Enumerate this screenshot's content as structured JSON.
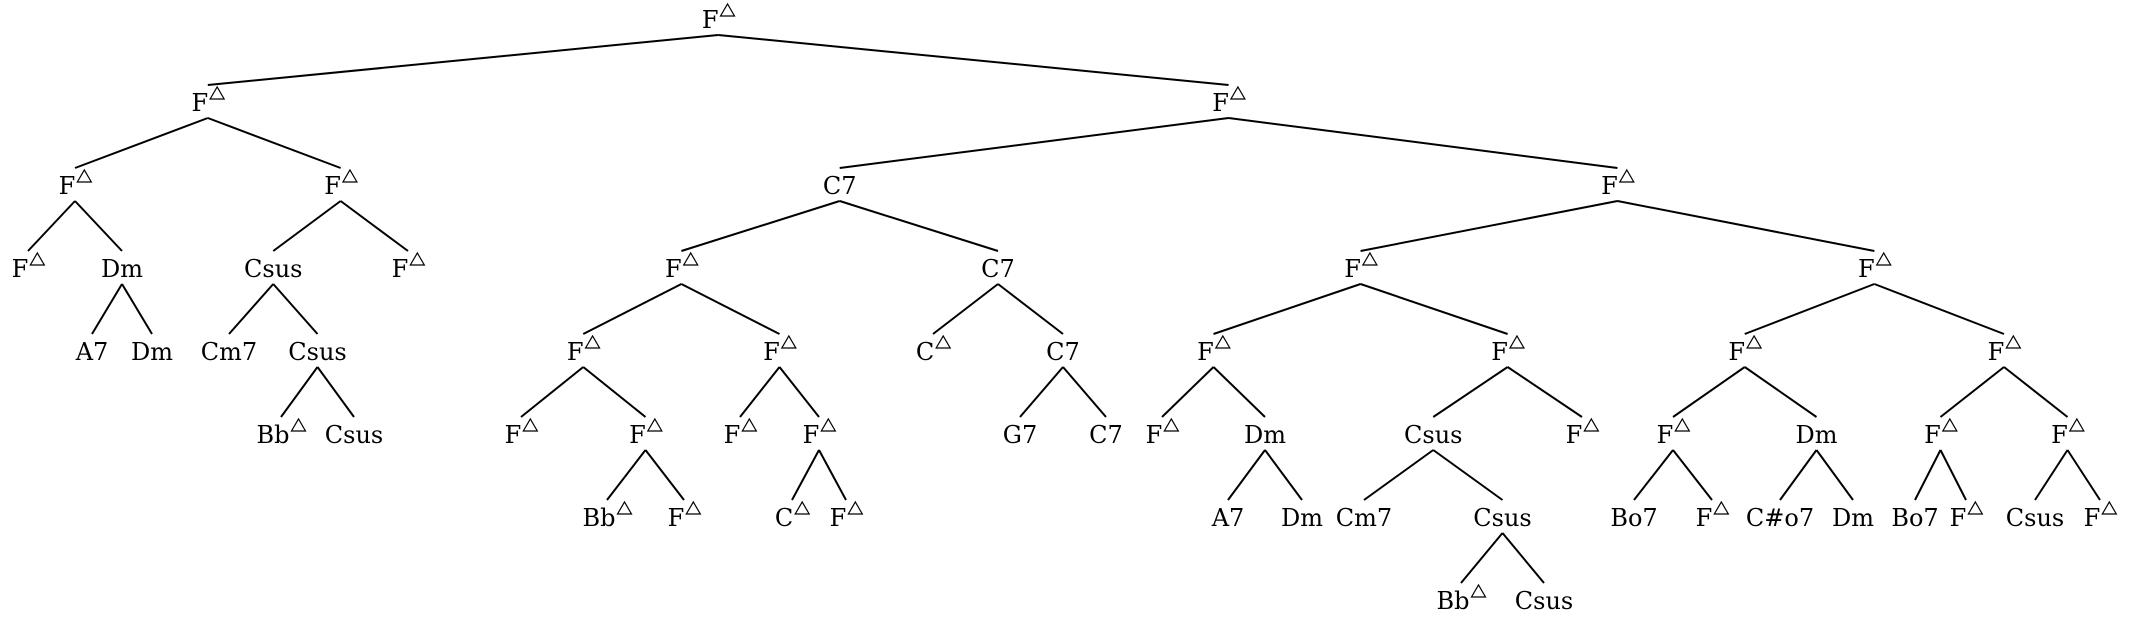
{
  "diagram": {
    "type": "syntax-tree",
    "root": {
      "label": "F",
      "maj7": true,
      "children": [
        {
          "label": "F",
          "maj7": true,
          "children": [
            {
              "label": "F",
              "maj7": true,
              "children": [
                {
                  "label": "F",
                  "maj7": true
                },
                {
                  "label": "Dm",
                  "children": [
                    {
                      "label": "A7"
                    },
                    {
                      "label": "Dm"
                    }
                  ]
                }
              ]
            },
            {
              "label": "F",
              "maj7": true,
              "children": [
                {
                  "label": "Csus",
                  "children": [
                    {
                      "label": "Cm7"
                    },
                    {
                      "label": "Csus",
                      "children": [
                        {
                          "label": "Bb",
                          "maj7": true
                        },
                        {
                          "label": "Csus"
                        }
                      ]
                    }
                  ]
                },
                {
                  "label": "F",
                  "maj7": true
                }
              ]
            }
          ]
        },
        {
          "label": "F",
          "maj7": true,
          "children": [
            {
              "label": "C7",
              "children": [
                {
                  "label": "F",
                  "maj7": true,
                  "children": [
                    {
                      "label": "F",
                      "maj7": true,
                      "children": [
                        {
                          "label": "F",
                          "maj7": true
                        },
                        {
                          "label": "F",
                          "maj7": true,
                          "children": [
                            {
                              "label": "Bb",
                              "maj7": true
                            },
                            {
                              "label": "F",
                              "maj7": true
                            }
                          ]
                        }
                      ]
                    },
                    {
                      "label": "F",
                      "maj7": true,
                      "children": [
                        {
                          "label": "F",
                          "maj7": true
                        },
                        {
                          "label": "F",
                          "maj7": true,
                          "children": [
                            {
                              "label": "C",
                              "maj7": true
                            },
                            {
                              "label": "F",
                              "maj7": true
                            }
                          ]
                        }
                      ]
                    }
                  ]
                },
                {
                  "label": "C7",
                  "children": [
                    {
                      "label": "C",
                      "maj7": true
                    },
                    {
                      "label": "C7",
                      "children": [
                        {
                          "label": "G7"
                        },
                        {
                          "label": "C7"
                        }
                      ]
                    }
                  ]
                }
              ]
            },
            {
              "label": "F",
              "maj7": true,
              "children": [
                {
                  "label": "F",
                  "maj7": true,
                  "children": [
                    {
                      "label": "F",
                      "maj7": true,
                      "children": [
                        {
                          "label": "F",
                          "maj7": true
                        },
                        {
                          "label": "Dm",
                          "children": [
                            {
                              "label": "A7"
                            },
                            {
                              "label": "Dm"
                            }
                          ]
                        }
                      ]
                    },
                    {
                      "label": "F",
                      "maj7": true,
                      "children": [
                        {
                          "label": "Csus",
                          "children": [
                            {
                              "label": "Cm7"
                            },
                            {
                              "label": "Csus",
                              "children": [
                                {
                                  "label": "Bb",
                                  "maj7": true
                                },
                                {
                                  "label": "Csus"
                                }
                              ]
                            }
                          ]
                        },
                        {
                          "label": "F",
                          "maj7": true
                        }
                      ]
                    }
                  ]
                },
                {
                  "label": "F",
                  "maj7": true,
                  "children": [
                    {
                      "label": "F",
                      "maj7": true,
                      "children": [
                        {
                          "label": "F",
                          "maj7": true,
                          "children": [
                            {
                              "label": "Bo7"
                            },
                            {
                              "label": "F",
                              "maj7": true
                            }
                          ]
                        },
                        {
                          "label": "Dm",
                          "children": [
                            {
                              "label": "C#o7"
                            },
                            {
                              "label": "Dm"
                            }
                          ]
                        }
                      ]
                    },
                    {
                      "label": "F",
                      "maj7": true,
                      "children": [
                        {
                          "label": "F",
                          "maj7": true,
                          "children": [
                            {
                              "label": "Bo7"
                            },
                            {
                              "label": "F",
                              "maj7": true
                            }
                          ]
                        },
                        {
                          "label": "F",
                          "maj7": true,
                          "children": [
                            {
                              "label": "Csus"
                            },
                            {
                              "label": "F",
                              "maj7": true
                            }
                          ]
                        }
                      ]
                    }
                  ]
                }
              ]
            }
          ]
        }
      ]
    }
  }
}
